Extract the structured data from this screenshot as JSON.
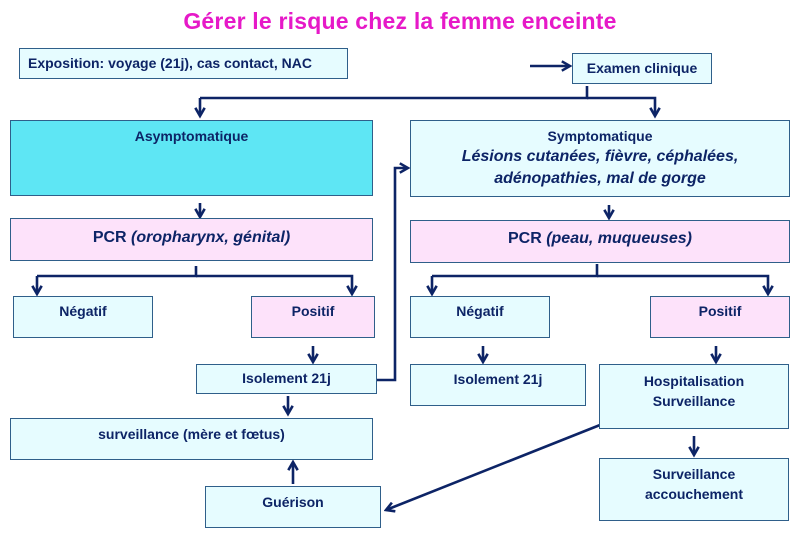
{
  "title": "Gérer le risque chez la femme enceinte",
  "exposition": "Exposition: voyage (21j), cas contact, NAC",
  "examen": "Examen clinique",
  "asymptomatique": {
    "label": "Asymptomatique",
    "pcr_prefix": "PCR ",
    "pcr_detail": "(oropharynx, génital)",
    "negatif": "Négatif",
    "positif": "Positif",
    "isolement": "Isolement 21j",
    "surveillance": "surveillance (mère et fœtus)",
    "guerison": "Guérison"
  },
  "symptomatique": {
    "label": "Symptomatique",
    "signs_line1": "Lésions cutanées, fièvre, céphalées,",
    "signs_line2": "adénopathies, mal de gorge",
    "pcr_prefix": "PCR ",
    "pcr_detail": "(peau, muqueuses)",
    "negatif": "Négatif",
    "positif": "Positif",
    "isolement": "Isolement 21j",
    "hospitalisation_line1": "Hospitalisation",
    "hospitalisation_line2": "Surveillance",
    "accouchement_line1": "Surveillance",
    "accouchement_line2": "accouchement"
  },
  "colors": {
    "title": "#e619c8",
    "text": "#0d2466",
    "arrow": "#0d2466",
    "box_light": "#e6fcff",
    "box_pink": "#fde2fa",
    "box_cyan": "#5ee6f4"
  }
}
